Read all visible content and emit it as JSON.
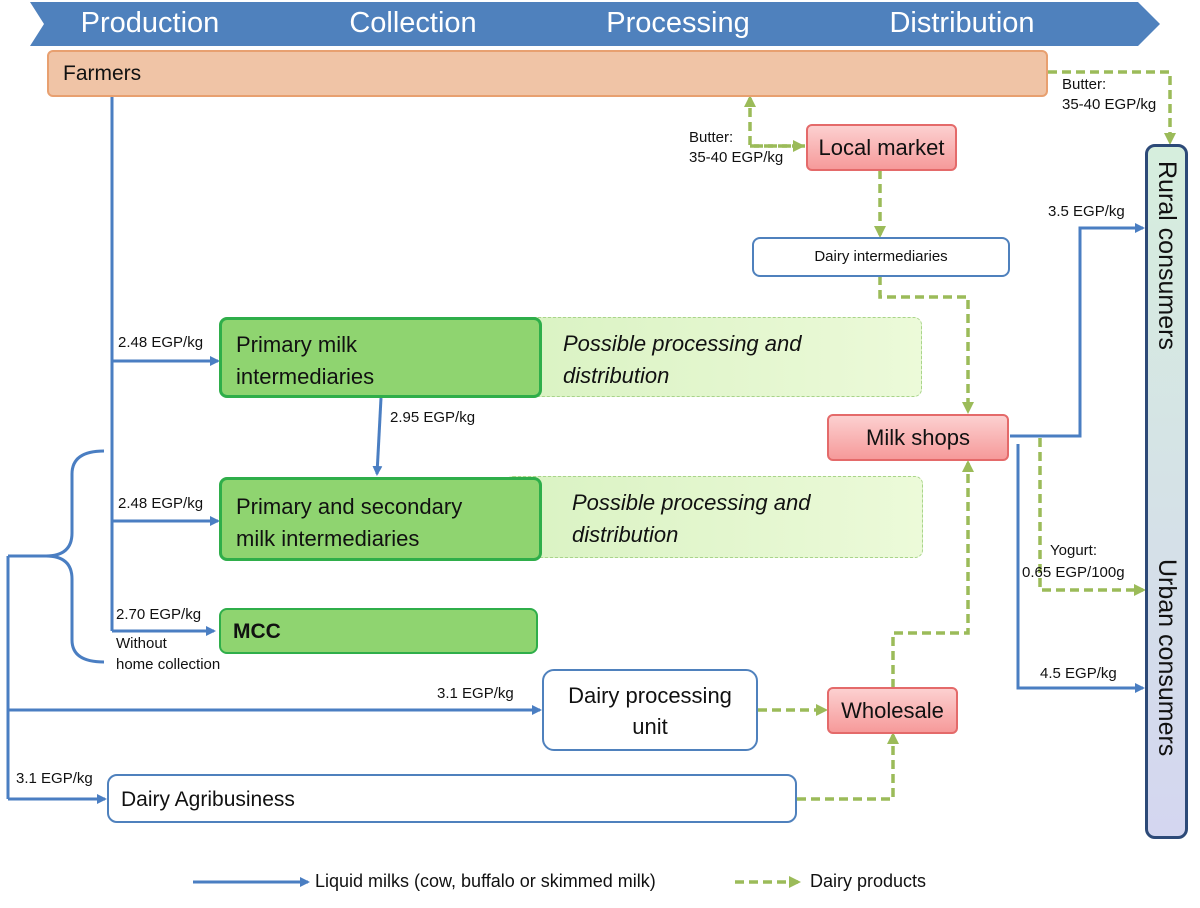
{
  "stages": [
    "Production",
    "Collection",
    "Processing",
    "Distribution"
  ],
  "nodes": {
    "farmers": "Farmers",
    "local_market": "Local market",
    "dairy_intermediaries": "Dairy intermediaries",
    "primary_milk": [
      "Primary milk",
      "intermediaries"
    ],
    "primary_secondary": [
      "Primary and secondary",
      "milk intermediaries"
    ],
    "mcc": "MCC",
    "milk_shops": "Milk shops",
    "dairy_processing": [
      "Dairy processing",
      "unit"
    ],
    "wholesale": "Wholesale",
    "dairy_agribusiness": "Dairy Agribusiness",
    "rural_consumers": "Rural consumers",
    "urban_consumers": "Urban consumers",
    "possible_processing_1": [
      "Possible processing and",
      "distribution"
    ],
    "possible_processing_2": [
      "Possible processing and",
      "distribution"
    ]
  },
  "edge_labels": {
    "butter_top": [
      "Butter:",
      "35-40 EGP/kg"
    ],
    "butter_local": [
      "Butter:",
      "35-40 EGP/kg"
    ],
    "rural_price": "3.5 EGP/kg",
    "primary_price": "2.48 EGP/kg",
    "secondary_transfer": "2.95 EGP/kg",
    "secondary_price": "2.48 EGP/kg",
    "mcc_price": "2.70 EGP/kg",
    "mcc_note": [
      "Without",
      "home collection"
    ],
    "yogurt": [
      "Yogurt:",
      "0.65 EGP/100g"
    ],
    "urban_price": "4.5 EGP/kg",
    "processing_price": "3.1 EGP/kg",
    "agribusiness_price": "3.1 EGP/kg"
  },
  "legend": {
    "liquid": "Liquid milks (cow, buffalo or skimmed milk)",
    "dairy": "Dairy products"
  },
  "colors": {
    "liquid_arrow": "#4a7ec2",
    "dairy_arrow": "#9bbb59",
    "stage_bar": "#4f81bd"
  }
}
